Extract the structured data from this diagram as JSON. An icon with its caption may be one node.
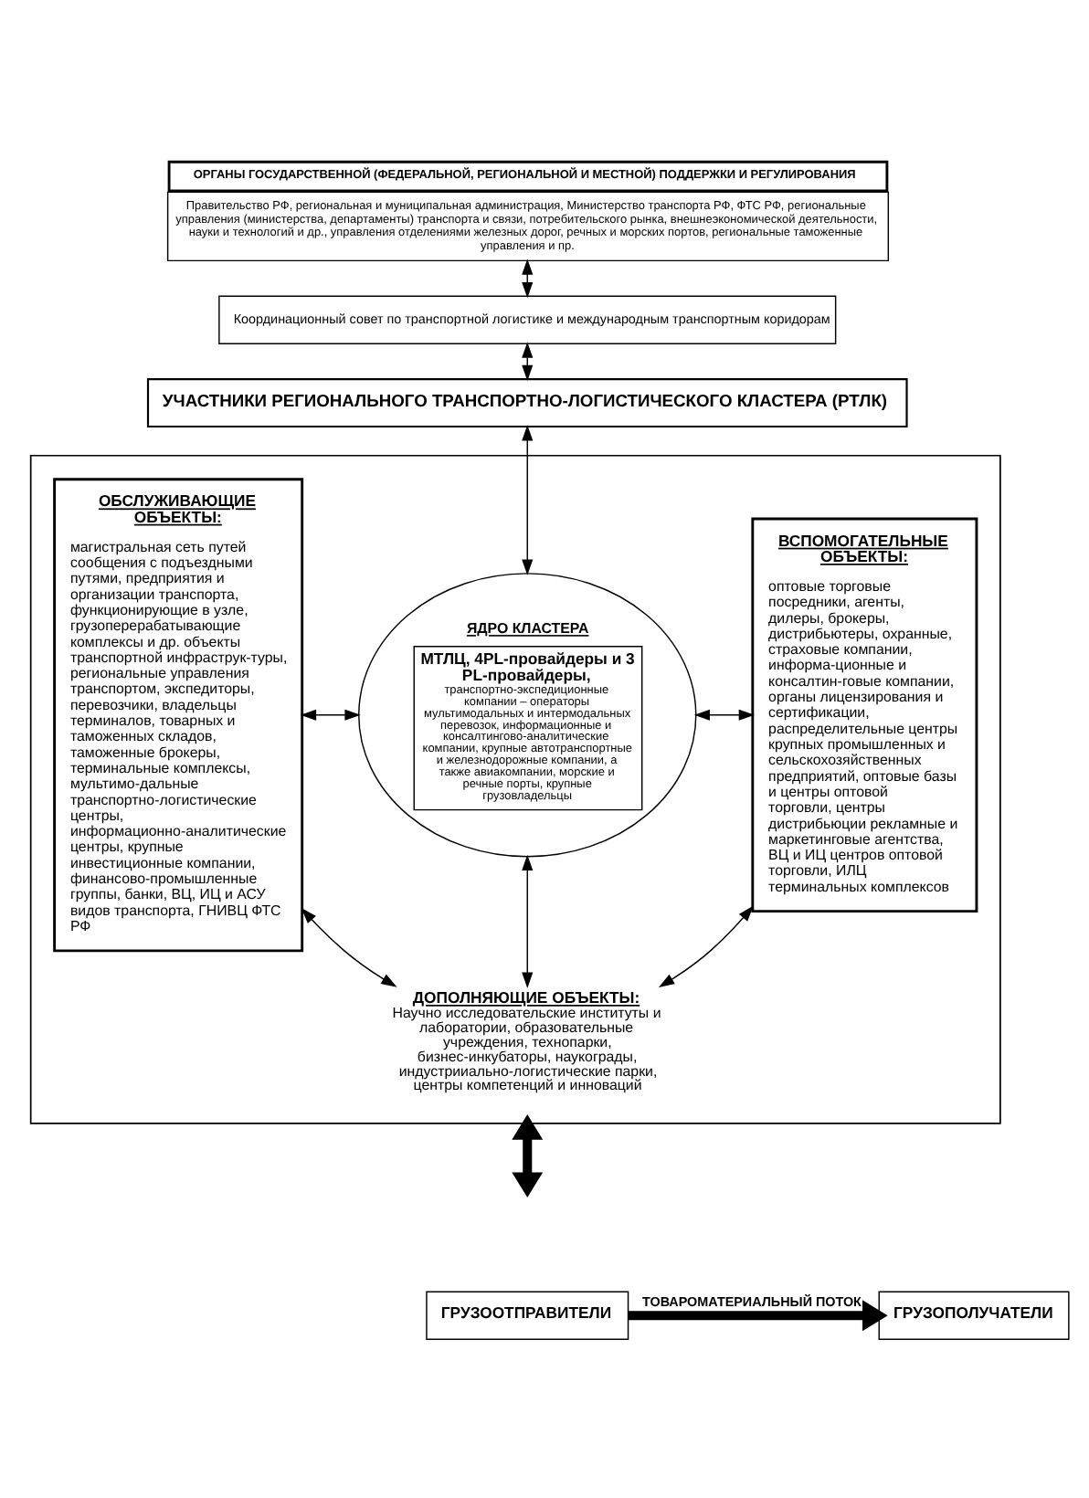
{
  "diagram": {
    "nodes": [
      {
        "text": [
          "ОРГАНЫ ГОСУДАРСТВЕННОЙ (ФЕДЕРАЛЬНОЙ, РЕГИОНАЛЬНОЙ И МЕСТНОЙ) ПОДДЕРЖКИ И РЕГУЛИРОВАНИЯ",
          "Правительство РФ, региональная и муниципальная администрация, Министерство транспорта РФ, ФТС РФ, региональные управления (министерства, департаменты) транспорта и связи, потребительского рынка, внешнеэкономической деятельности, науки и технологий и др., управления отделениями железных дорог, речных и морских портов, региональные таможенные управления и пр."
        ]
      },
      {
        "text": [
          "Координационный совет по транспортной логистике и международным транспортным коридорам"
        ]
      },
      {
        "text": [
          "УЧАСТНИКИ РЕГИОНАЛЬНОГО ТРАНСПОРТНО-ЛОГИСТИЧЕСКОГО КЛАСТЕРА (РТЛК)"
        ]
      },
      {
        "text": [],
        "shape": "box"
      },
      {
        "text": [
          "ОБСЛУЖИВАЮЩИЕ ОБЪЕКТЫ:",
          "магистральная сеть путей сообщения с подъездными путями, предприятия и организации транспорта, функционирующие в узле, грузоперерабатывающие комплексы и др. объекты транспортной инфраструк-туры, региональные управления транспортом, экспедиторы, перевозчики, владельцы терминалов, товарных и таможенных складов, таможенные брокеры, терминальные комплексы, мультимо-дальные транспортно-логистические центры, информационно-аналитические центры, крупные инвестиционные компании, финансово-промышленные группы, банки, ВЦ, ИЦ и АСУ видов транспорта, ГНИВЦ ФТС РФ"
        ],
        "in": 3
      },
      {
        "text": [
          "ЯДРО КЛАСТЕРА",
          "МТЛЦ, 4PL-провайдеры и 3 PL-провайдеры,",
          "транспортно-экспедиционные компании – операторы мультимодальных и интермодальных перевозок, информационные и консалтингово-аналитические компании, крупные автотранспортные и железнодорожные компании, а также авиакомпании, морские и речные порты, крупные грузовладельцы"
        ],
        "in": 3
      },
      {
        "text": [
          "ВСПОМОГАТЕЛЬНЫЕ ОБЪЕКТЫ:",
          "оптовые торговые посредники, агенты, дилеры, брокеры, дистрибьютеры, охранные, страховые компании, информа-ционные и консалтин-говые компании, органы лицензирования и сертификации, распределительные центры крупных промышленных и сельскохозяйственных предприятий, оптовые базы и центры оптовой торговли, центры дистрибьюции рекламные и маркетинговые агентства, ВЦ и ИЦ центров оптовой торговли, ИЛЦ терминальных комплексов"
        ],
        "in": 3
      },
      {
        "text": [
          "ДОПОЛНЯЮЩИЕ ОБЪЕКТЫ:",
          "Научно исследовательские институты и лаборатории, образовательные учреждения, технопарки, бизнес-инкубаторы, наукограды, индустрииально-логистические парки, центры компетенций и инноваций"
        ],
        "in": 3
      },
      {
        "text": [
          "ГРУЗООТПРАВИТЕЛИ"
        ]
      },
      {
        "text": [
          "ГРУЗОПОЛУЧАТЕЛИ"
        ]
      }
    ],
    "edges": [
      {
        "from": 0,
        "to": 1,
        "arrow": "both"
      },
      {
        "from": 1,
        "to": 2,
        "arrow": "both"
      },
      {
        "from": 2,
        "to": 5,
        "arrow": "both"
      },
      {
        "from": 4,
        "to": 5,
        "arrow": "both"
      },
      {
        "from": 5,
        "to": 6,
        "arrow": "both"
      },
      {
        "from": 5,
        "to": 7,
        "arrow": "both"
      },
      {
        "from": 4,
        "to": 7,
        "arrow": "both"
      },
      {
        "from": 7,
        "to": 6,
        "arrow": "both"
      },
      {
        "from": 3,
        "to": null,
        "arrow": "both",
        "style": "thick"
      },
      {
        "from": 8,
        "to": 9,
        "arrow": "to",
        "label": "ТОВАРОМАТЕРИАЛЬНЫЙ ПОТОК",
        "style": "thick"
      }
    ]
  }
}
